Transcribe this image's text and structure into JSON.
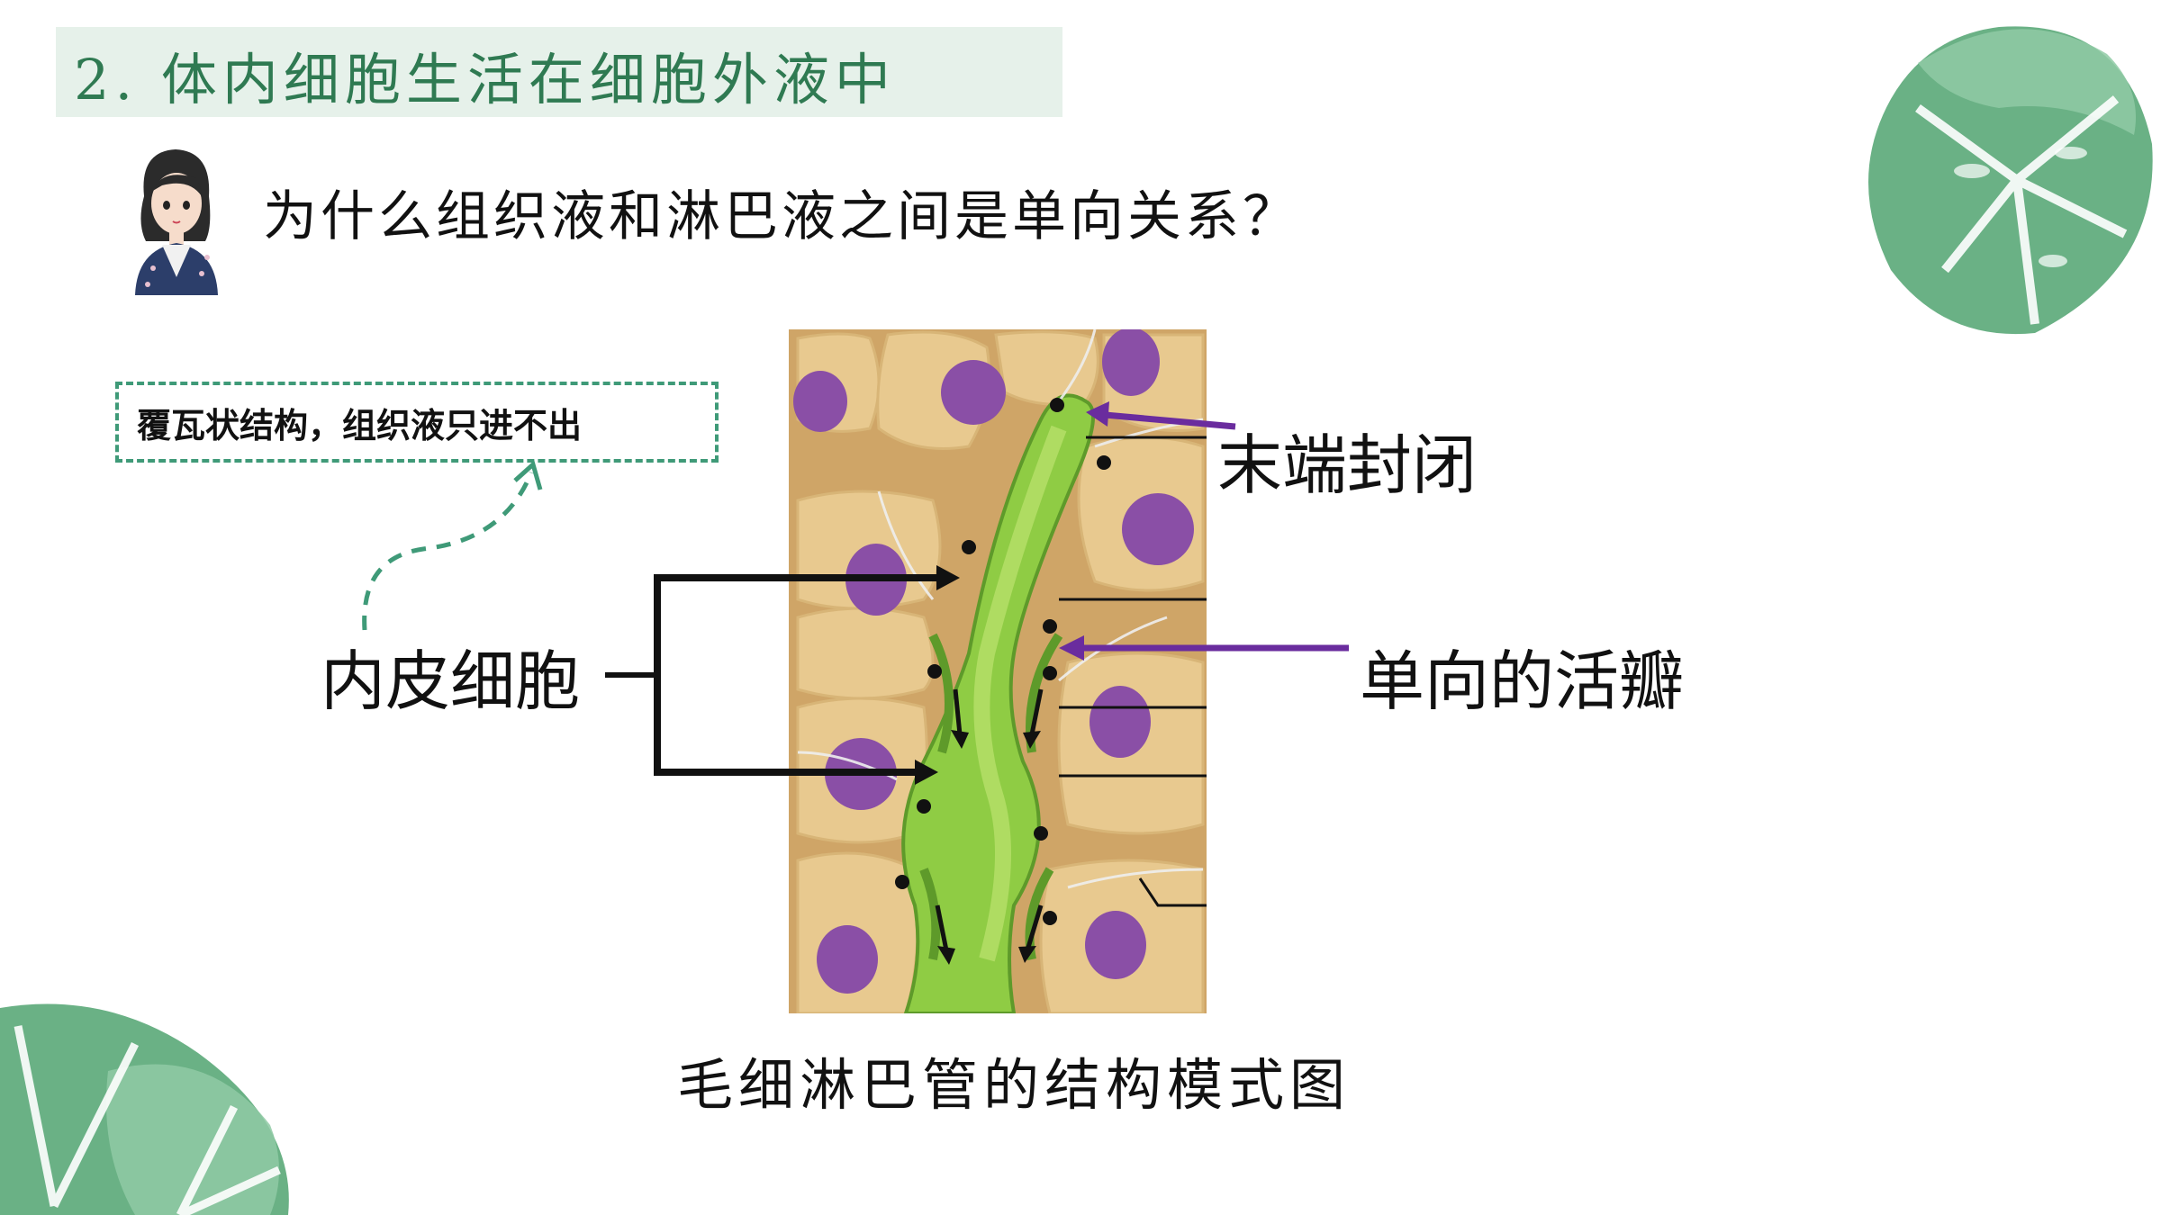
{
  "title": "2. 体内细胞生活在细胞外液中",
  "question": "为什么组织液和淋巴液之间是单向关系？",
  "callout": "覆瓦状结构，组织液只进不出",
  "labels": {
    "endothelial": "内皮细胞",
    "closed_end": "末端封闭",
    "valve": "单向的活瓣"
  },
  "caption": "毛细淋巴管的结构模式图",
  "colors": {
    "banner_bg": "#e6f1ea",
    "title_text": "#2f7a52",
    "callout_border": "#3f9a78",
    "tissue_cell": "#e3c489",
    "nucleus": "#8a4fa6",
    "vessel": "#8fcc44",
    "pointer_purple": "#6a2c9e"
  },
  "icons": {
    "avatar": "teacher-avatar-icon",
    "leaf_top_right": "monstera-leaf-icon",
    "leaf_bottom_left": "monstera-leaf-icon"
  }
}
